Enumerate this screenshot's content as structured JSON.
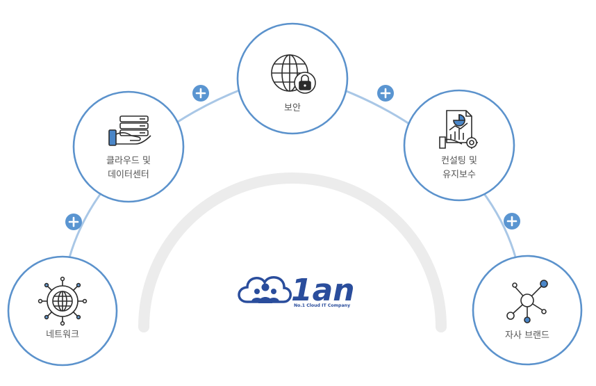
{
  "colors": {
    "ring": "#5b92cc",
    "connector": "#a9c7e6",
    "plus": "#5a95d1",
    "arc": "#ececec",
    "icon": "#2b2b2b",
    "brand": "#2a4d9c"
  },
  "nodes": [
    {
      "id": "network",
      "icon": "globe-network-icon",
      "lines": [
        "네트워크"
      ]
    },
    {
      "id": "cloud",
      "icon": "server-hand-icon",
      "lines": [
        "클라우드 및",
        "데이터센터"
      ]
    },
    {
      "id": "security",
      "icon": "globe-lock-icon",
      "lines": [
        "보안"
      ]
    },
    {
      "id": "consulting",
      "icon": "report-gear-icon",
      "lines": [
        "컨설팅 및",
        "유지보수"
      ]
    },
    {
      "id": "brand",
      "icon": "node-network-icon",
      "lines": [
        "자사 브랜드"
      ]
    }
  ],
  "logo": {
    "icon": "cloud-people-icon",
    "name": "1an",
    "tagline": "No.1 Cloud IT Company"
  }
}
